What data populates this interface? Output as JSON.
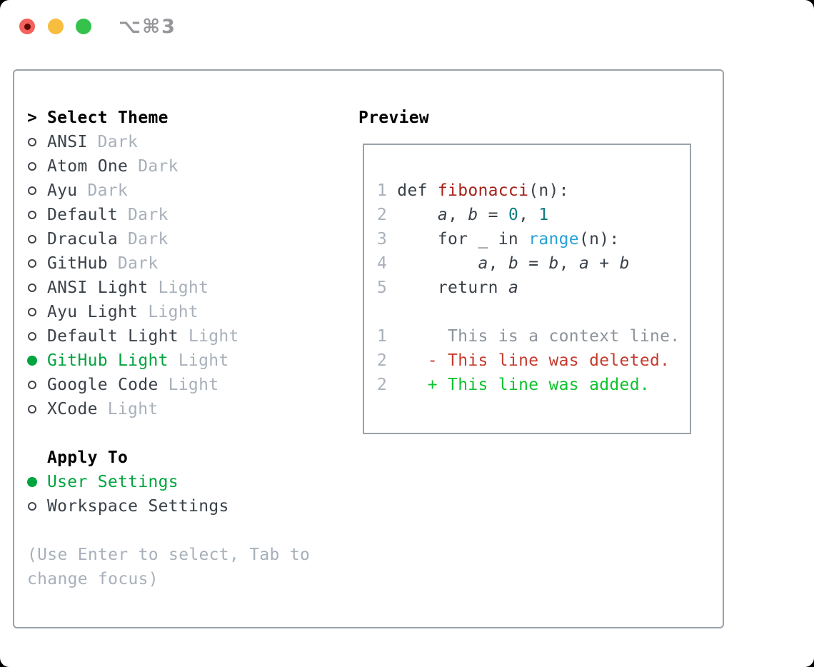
{
  "window": {
    "titlebar": {
      "shortcut_label": "⌥⌘3",
      "traffic_lights": [
        "close",
        "minimize",
        "zoom"
      ]
    }
  },
  "theme_panel": {
    "header_marker": ">",
    "header_label": "Select Theme",
    "themes": [
      {
        "name": "ANSI",
        "tag": "Dark",
        "selected": false
      },
      {
        "name": "Atom One",
        "tag": "Dark",
        "selected": false
      },
      {
        "name": "Ayu",
        "tag": "Dark",
        "selected": false
      },
      {
        "name": "Default",
        "tag": "Dark",
        "selected": false
      },
      {
        "name": "Dracula",
        "tag": "Dark",
        "selected": false
      },
      {
        "name": "GitHub",
        "tag": "Dark",
        "selected": false
      },
      {
        "name": "ANSI Light",
        "tag": "Light",
        "selected": false
      },
      {
        "name": "Ayu Light",
        "tag": "Light",
        "selected": false
      },
      {
        "name": "Default Light",
        "tag": "Light",
        "selected": false
      },
      {
        "name": "GitHub Light",
        "tag": "Light",
        "selected": true
      },
      {
        "name": "Google Code",
        "tag": "Light",
        "selected": false
      },
      {
        "name": "XCode",
        "tag": "Light",
        "selected": false
      }
    ],
    "apply_to_label": "Apply To",
    "apply_options": [
      {
        "name": "User Settings",
        "selected": true
      },
      {
        "name": "Workspace Settings",
        "selected": false
      }
    ],
    "hint_line1": "(Use Enter to select, Tab to",
    "hint_line2": "change focus)"
  },
  "preview": {
    "title": "Preview",
    "lines": [
      {
        "num": "1",
        "tokens": [
          [
            " def ",
            "p"
          ],
          [
            "fibonacci",
            "fn"
          ],
          [
            "(n):",
            "p"
          ]
        ]
      },
      {
        "num": "2",
        "tokens": [
          [
            "     ",
            "p"
          ],
          [
            "a",
            "v"
          ],
          [
            ", ",
            "p"
          ],
          [
            "b",
            "v"
          ],
          [
            " = ",
            "p"
          ],
          [
            "0",
            "n"
          ],
          [
            ", ",
            "p"
          ],
          [
            "1",
            "n"
          ]
        ]
      },
      {
        "num": "3",
        "tokens": [
          [
            "     for _ in ",
            "p"
          ],
          [
            "range",
            "call"
          ],
          [
            "(n):",
            "p"
          ]
        ]
      },
      {
        "num": "4",
        "tokens": [
          [
            "         ",
            "p"
          ],
          [
            "a",
            "v"
          ],
          [
            ", ",
            "p"
          ],
          [
            "b",
            "v"
          ],
          [
            " = ",
            "p"
          ],
          [
            "b",
            "v"
          ],
          [
            ", ",
            "p"
          ],
          [
            "a",
            "v"
          ],
          [
            " + ",
            "p"
          ],
          [
            "b",
            "v"
          ]
        ]
      },
      {
        "num": "5",
        "tokens": [
          [
            "     return ",
            "p"
          ],
          [
            "a",
            "v"
          ]
        ]
      },
      {
        "num": "",
        "tokens": []
      },
      {
        "num": "1",
        "tokens": [
          [
            "      This is a context line.",
            "ctx"
          ]
        ]
      },
      {
        "num": "2",
        "tokens": [
          [
            "    ",
            "p"
          ],
          [
            "- This line was deleted.",
            "del"
          ]
        ]
      },
      {
        "num": "2",
        "tokens": [
          [
            "    ",
            "p"
          ],
          [
            "+ This line was added.",
            "add"
          ]
        ]
      }
    ]
  },
  "colors": {
    "selection_green": "#00a43e",
    "diff_added_green": "#10c22e",
    "diff_deleted_red": "#c53b2e",
    "function_red": "#a6211a",
    "number_teal": "#0e7d82",
    "call_blue": "#27a0d7",
    "code_text": "#3a4149",
    "muted_gray": "#a8b0ba",
    "context_gray": "#8c939b",
    "panel_border": "#99a2ab",
    "traffic_red": "#f4605a",
    "traffic_yellow": "#f6bd3e",
    "traffic_green": "#35c24c"
  }
}
